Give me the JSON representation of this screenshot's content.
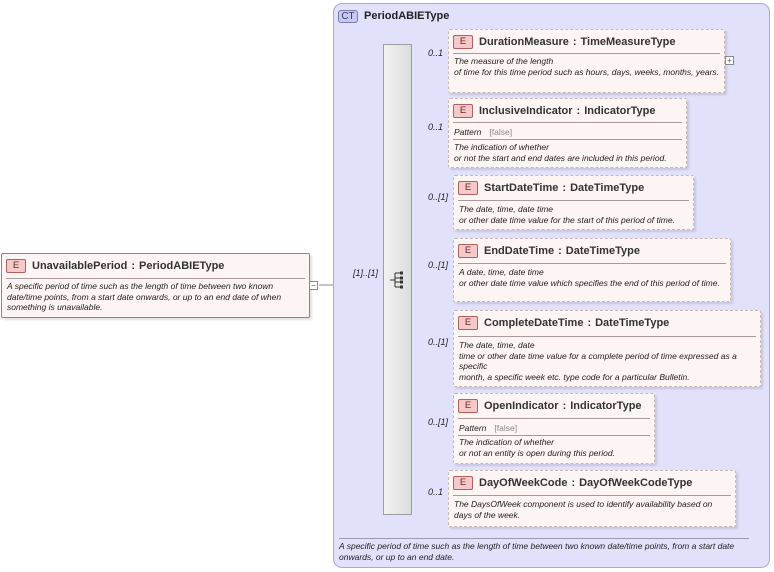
{
  "root_element": {
    "badge": "E",
    "name": "UnavailablePeriod",
    "separator": ":",
    "type": "PeriodABIEType",
    "description": "A specific period of time such as the length of time between two known date/time points, from a start date onwards, or up to an end date of when something is unavailable.",
    "expander": "−",
    "occurrence": "[1]..[1]"
  },
  "complex_type": {
    "badge": "CT",
    "name": "PeriodABIEType",
    "description": "A specific period of time such as the length of time between two known date/time points, from a start date onwards, or up to an end date."
  },
  "children": [
    {
      "badge": "E",
      "name": "DurationMeasure",
      "separator": ":",
      "type": "TimeMeasureType",
      "occurrence": "0..1",
      "description": "The measure of the length\n    of time for this time period such as hours, days, weeks, months, years.",
      "expander": "+"
    },
    {
      "badge": "E",
      "name": "InclusiveIndicator",
      "separator": ":",
      "type": "IndicatorType",
      "occurrence": "0..1",
      "pattern_label": "Pattern",
      "pattern_value": "[false]",
      "description": "The indication of whether\nor not the start and end dates are included in this period."
    },
    {
      "badge": "E",
      "name": "StartDateTime",
      "separator": ":",
      "type": "DateTimeType",
      "occurrence": "0..[1]",
      "description": "The date, time, date time\nor other date time value for the start of this period of time."
    },
    {
      "badge": "E",
      "name": "EndDateTime",
      "separator": ":",
      "type": "DateTimeType",
      "occurrence": "0..[1]",
      "description": "A date, time, date time\n    or other date time value which specifies the end of this period of time."
    },
    {
      "badge": "E",
      "name": "CompleteDateTime",
      "separator": ":",
      "type": "DateTimeType",
      "occurrence": "0..[1]",
      "description": "The date, time, date\ntime or other date time value for a complete period of time expressed as a specific\nmonth, a specific week etc. type code for a particular Bulletin."
    },
    {
      "badge": "E",
      "name": "OpenIndicator",
      "separator": ":",
      "type": "IndicatorType",
      "occurrence": "0..[1]",
      "pattern_label": "Pattern",
      "pattern_value": "[false]",
      "description": "The indication of whether\nor not an entity is open during this period."
    },
    {
      "badge": "E",
      "name": "DayOfWeekCode",
      "separator": ":",
      "type": "DayOfWeekCodeType",
      "occurrence": "0..1",
      "description": "The DaysOfWeek component is used to identify availability based on days of the week."
    }
  ]
}
